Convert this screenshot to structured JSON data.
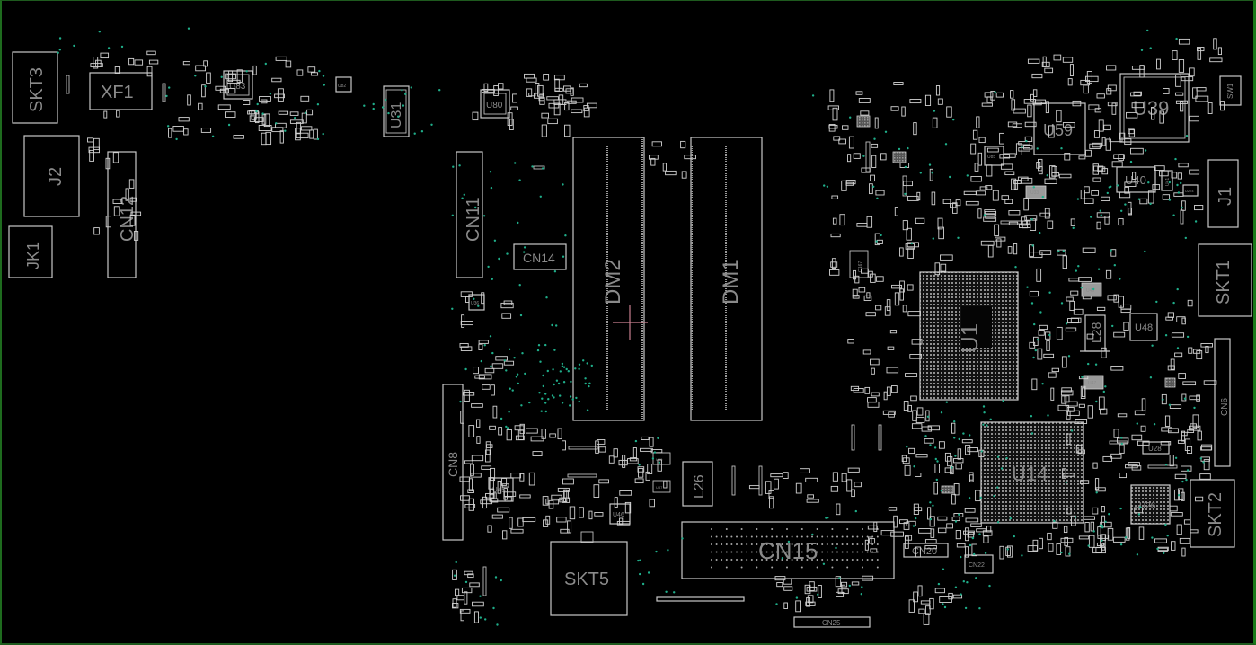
{
  "view": {
    "type": "pcb-boardview",
    "background": "#000000",
    "frame_color": "#1e6b1e",
    "outline_color": "#c8c8c8",
    "label_color": "#8a8a8a",
    "via_color": "#1fae8a",
    "cursor_color": "#c9808f"
  },
  "components": {
    "skt3": "SKT3",
    "xf1": "XF1",
    "u83": "U83",
    "u31": "U31",
    "u80": "U80",
    "u82": "U82",
    "u59": "U59",
    "u39": "U39",
    "sw1": "SW1",
    "u85": "U85",
    "u40": "U40",
    "u41": "U41",
    "u33": "U33",
    "u224": "U224",
    "j1": "J1",
    "j2": "J2",
    "jk1": "JK1",
    "cn12": "CN12",
    "cn11": "CN11",
    "cn14": "CN14",
    "dm2": "DM2",
    "dm1": "DM1",
    "skt1": "SKT1",
    "u1": "U1",
    "u49": "U49",
    "u48": "U48",
    "l28": "L28",
    "u47": "U47",
    "cn6": "CN6",
    "u28": "U28",
    "u14": "U14",
    "u26": "U26",
    "skt2": "SKT2",
    "cn8": "CN8",
    "u36": "U36",
    "u45": "U45",
    "u46": "U46",
    "l26": "L26",
    "u90": "U90",
    "u87": "U87",
    "cn15": "CN15",
    "skt5": "SKT5",
    "cn20": "CN20",
    "cn22": "CN22",
    "cn25": "CN25",
    "q167": "Q167",
    "u16": "U16"
  }
}
